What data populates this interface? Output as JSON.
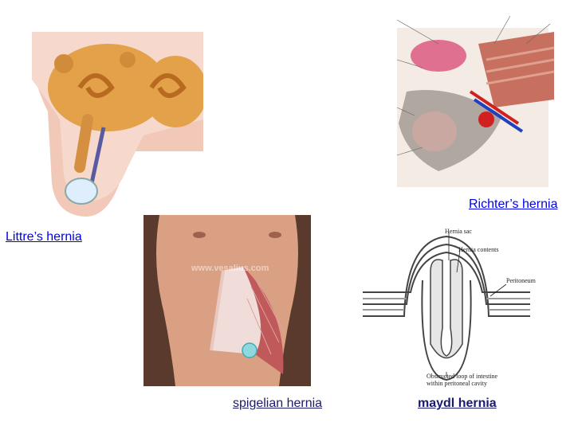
{
  "captions": {
    "littre": "Littre’s hernia",
    "richter": "Richter’s hernia",
    "spigelian": "spigelian hernia",
    "maydl": "maydl hernia"
  },
  "photo": {
    "watermark": "www.vesalius.com"
  },
  "maydl_diagram": {
    "hernia_sac": "Hernia sac",
    "hernia_contents": "Hernia contents",
    "peritoneum": "Peritoneum",
    "obstructed_loop": "Obstructed loop of intestine within peritoneal cavity"
  },
  "colors": {
    "link": "#0000ee",
    "caption_dark": "#1a1a6e",
    "tissue": "#e8a090",
    "intestine": "#e0a040",
    "muscle": "#c86060"
  }
}
